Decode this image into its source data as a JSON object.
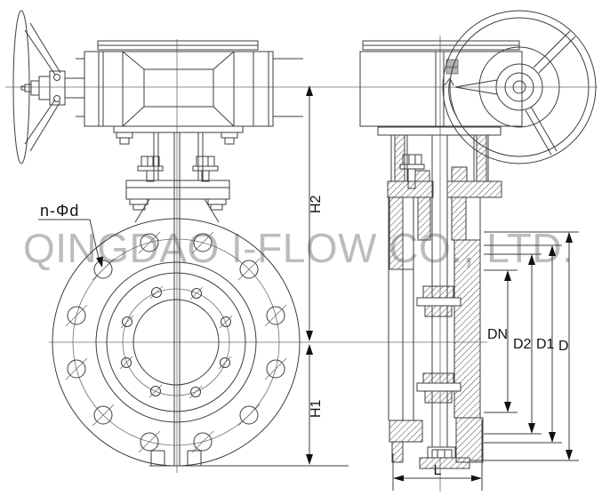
{
  "watermark": {
    "text": "QINGDAO I-FLOW CO., LTD.",
    "color": "#bcbcbc"
  },
  "annotations": {
    "bolt_hole_note": "n-Φd"
  },
  "dimensions": {
    "height_upper": "H2",
    "height_lower": "H1",
    "nominal_bore": "DN",
    "seal_diameter": "D2",
    "bolt_circle_diameter": "D1",
    "flange_outer_diameter": "D",
    "face_to_face": "L"
  },
  "colors": {
    "line": "#3d3d3d",
    "background": "#ffffff",
    "dimension_text": "#111111"
  }
}
